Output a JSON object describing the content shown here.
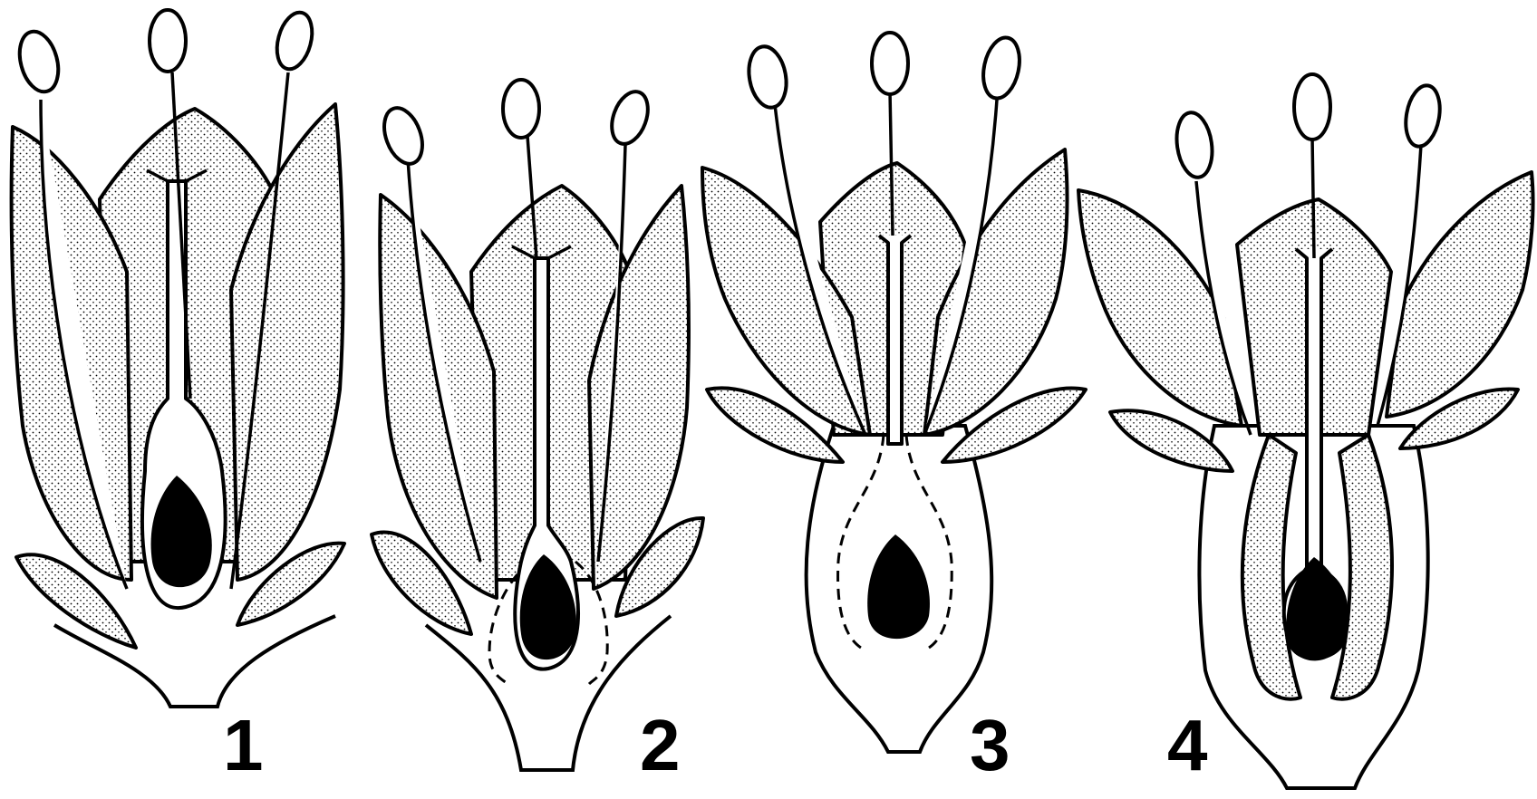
{
  "figure": {
    "labels": [
      "1",
      "2",
      "3",
      "4"
    ]
  }
}
